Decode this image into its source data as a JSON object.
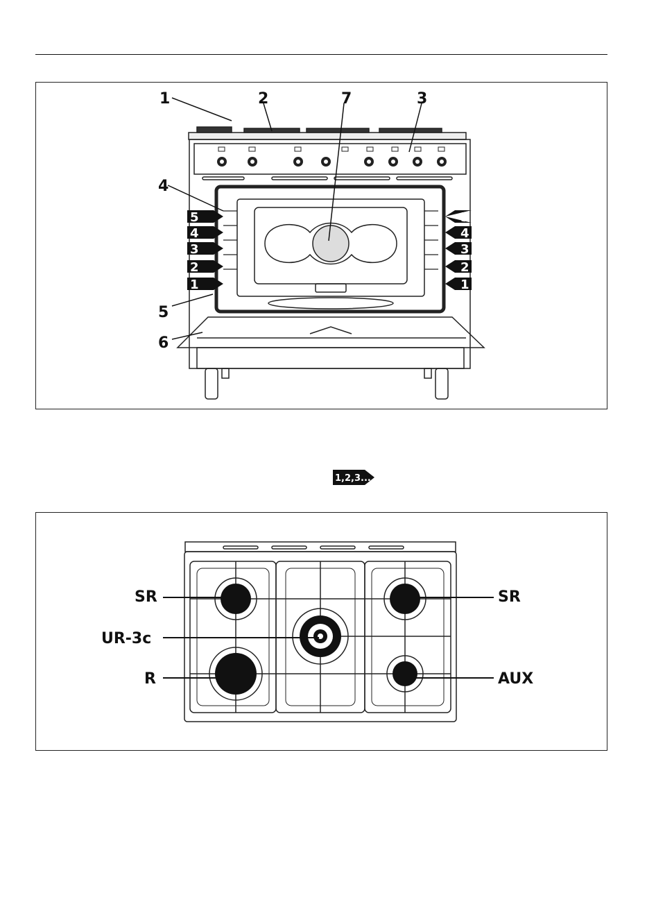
{
  "oven_figure": {
    "callouts": [
      "1",
      "2",
      "7",
      "3",
      "4",
      "5",
      "6"
    ],
    "shelf_levels": [
      "5",
      "4",
      "3",
      "2",
      "1"
    ]
  },
  "sequence_badge": "1,2,3...",
  "hob_figure": {
    "labels": {
      "top_left": "SR",
      "center": "UR-3c",
      "bottom_left": "R",
      "top_right": "SR",
      "bottom_right": "AUX"
    }
  }
}
